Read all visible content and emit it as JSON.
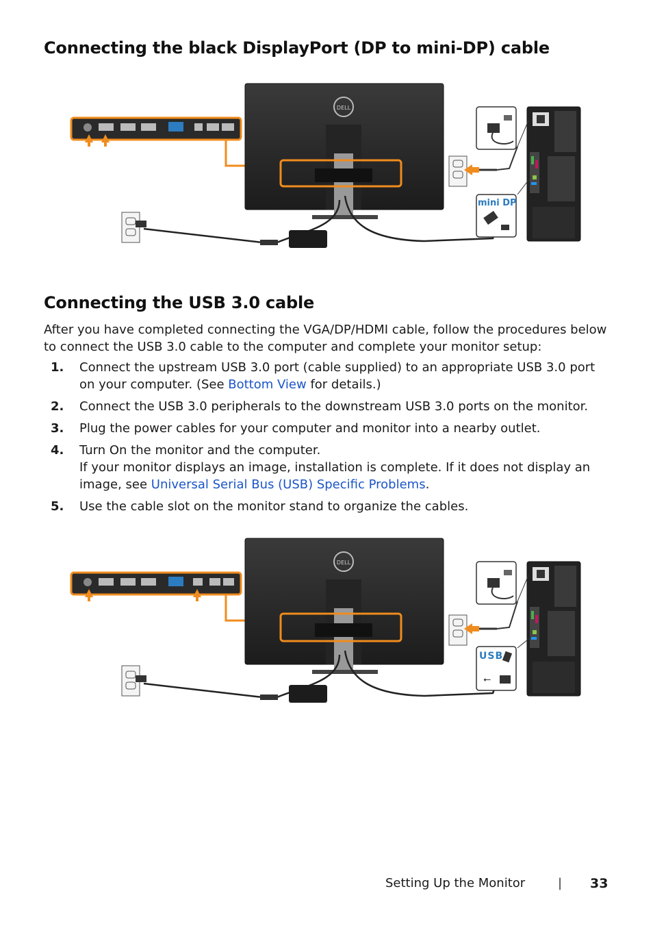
{
  "section1": {
    "heading": "Connecting the black DisplayPort (DP to mini-DP) cable"
  },
  "figure1": {
    "port_label": "mini DP",
    "logo": "DELL"
  },
  "section2": {
    "heading": "Connecting the USB 3.0 cable",
    "intro": "After you have completed connecting the VGA/DP/HDMI cable, follow the procedures below to connect the USB 3.0 cable to the computer and complete your monitor setup:",
    "steps": [
      {
        "num": "1.",
        "pre": "Connect the upstream USB 3.0 port (cable supplied) to an appropriate USB 3.0 port on your computer. (See ",
        "link": "Bottom View",
        "post": " for details.)"
      },
      {
        "num": "2.",
        "text": "Connect the USB 3.0 peripherals to the downstream USB 3.0 ports on the monitor."
      },
      {
        "num": "3.",
        "text": "Plug the power cables for your computer and monitor into a nearby outlet."
      },
      {
        "num": "4.",
        "line1": "Turn On the monitor and the computer.",
        "pre": "If your monitor displays an image, installation is complete. If it does not display an image, see ",
        "link": "Universal Serial Bus (USB) Specific Problems",
        "post": "."
      },
      {
        "num": "5.",
        "text": "Use the cable slot on the monitor stand to organize the cables."
      }
    ]
  },
  "figure2": {
    "port_label": "USB",
    "logo": "DELL"
  },
  "footer": {
    "section": "Setting Up the Monitor",
    "separator": "|",
    "page": "33"
  },
  "colors": {
    "accent_orange": "#f08c1e",
    "link_blue": "#1a55c8",
    "port_blue": "#2b7cc0"
  }
}
